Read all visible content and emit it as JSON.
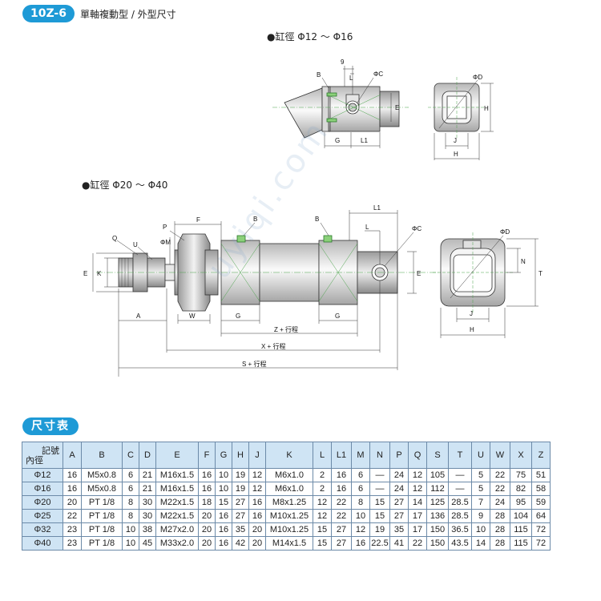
{
  "header": {
    "tag": "10Z-6",
    "title": "單軸複動型 / 外型尺寸"
  },
  "captions": {
    "small": "●缸徑 Φ12 ～ Φ16",
    "large": "●缸徑 Φ20 ～ Φ40"
  },
  "watermark": "uyiqi.com",
  "small_drawing_labels": {
    "nine": "9",
    "b": "B",
    "l": "L",
    "phic": "ΦC",
    "e": "E",
    "g": "G",
    "l1": "L1",
    "phid": "ΦD",
    "h": "H",
    "j": "J",
    "h2": "H"
  },
  "large_drawing_labels": {
    "f": "F",
    "p": "P",
    "b": "B",
    "phim": "ΦM",
    "q": "Q",
    "u": "U",
    "e": "E",
    "k": "K",
    "a": "A",
    "w": "W",
    "g": "G",
    "z": "Z + 行程",
    "x": "X + 行程",
    "s": "S + 行程",
    "b2": "B",
    "l1": "L1",
    "l": "L",
    "phic": "ΦC",
    "e2": "E",
    "g2": "G",
    "phid": "ΦD",
    "n": "N",
    "t": "T",
    "j": "J",
    "h": "H"
  },
  "table": {
    "title": "尺寸表",
    "corner_top": "記號",
    "corner_bottom": "內徑",
    "headers": [
      "A",
      "B",
      "C",
      "D",
      "E",
      "F",
      "G",
      "H",
      "J",
      "K",
      "L",
      "L1",
      "M",
      "N",
      "P",
      "Q",
      "S",
      "T",
      "U",
      "W",
      "X",
      "Z"
    ],
    "rows": [
      [
        "Φ12",
        "16",
        "M5x0.8",
        "6",
        "21",
        "M16x1.5",
        "16",
        "10",
        "19",
        "12",
        "M6x1.0",
        "2",
        "16",
        "6",
        "—",
        "24",
        "12",
        "105",
        "—",
        "5",
        "22",
        "75",
        "51"
      ],
      [
        "Φ16",
        "16",
        "M5x0.8",
        "6",
        "21",
        "M16x1.5",
        "16",
        "10",
        "19",
        "12",
        "M6x1.0",
        "2",
        "16",
        "6",
        "—",
        "24",
        "12",
        "112",
        "—",
        "5",
        "22",
        "82",
        "58"
      ],
      [
        "Φ20",
        "20",
        "PT 1/8",
        "8",
        "30",
        "M22x1.5",
        "18",
        "15",
        "27",
        "16",
        "M8x1.25",
        "12",
        "22",
        "8",
        "15",
        "27",
        "14",
        "125",
        "28.5",
        "7",
        "24",
        "95",
        "59"
      ],
      [
        "Φ25",
        "22",
        "PT 1/8",
        "8",
        "30",
        "M22x1.5",
        "20",
        "16",
        "27",
        "16",
        "M10x1.25",
        "12",
        "22",
        "10",
        "15",
        "27",
        "17",
        "136",
        "28.5",
        "9",
        "28",
        "104",
        "64"
      ],
      [
        "Φ32",
        "23",
        "PT 1/8",
        "10",
        "38",
        "M27x2.0",
        "20",
        "16",
        "35",
        "20",
        "M10x1.25",
        "15",
        "27",
        "12",
        "19",
        "35",
        "17",
        "150",
        "36.5",
        "10",
        "28",
        "115",
        "72"
      ],
      [
        "Φ40",
        "23",
        "PT 1/8",
        "10",
        "45",
        "M33x2.0",
        "20",
        "16",
        "42",
        "20",
        "M14x1.5",
        "15",
        "27",
        "16",
        "22.5",
        "41",
        "22",
        "150",
        "43.5",
        "14",
        "28",
        "115",
        "72"
      ]
    ]
  }
}
